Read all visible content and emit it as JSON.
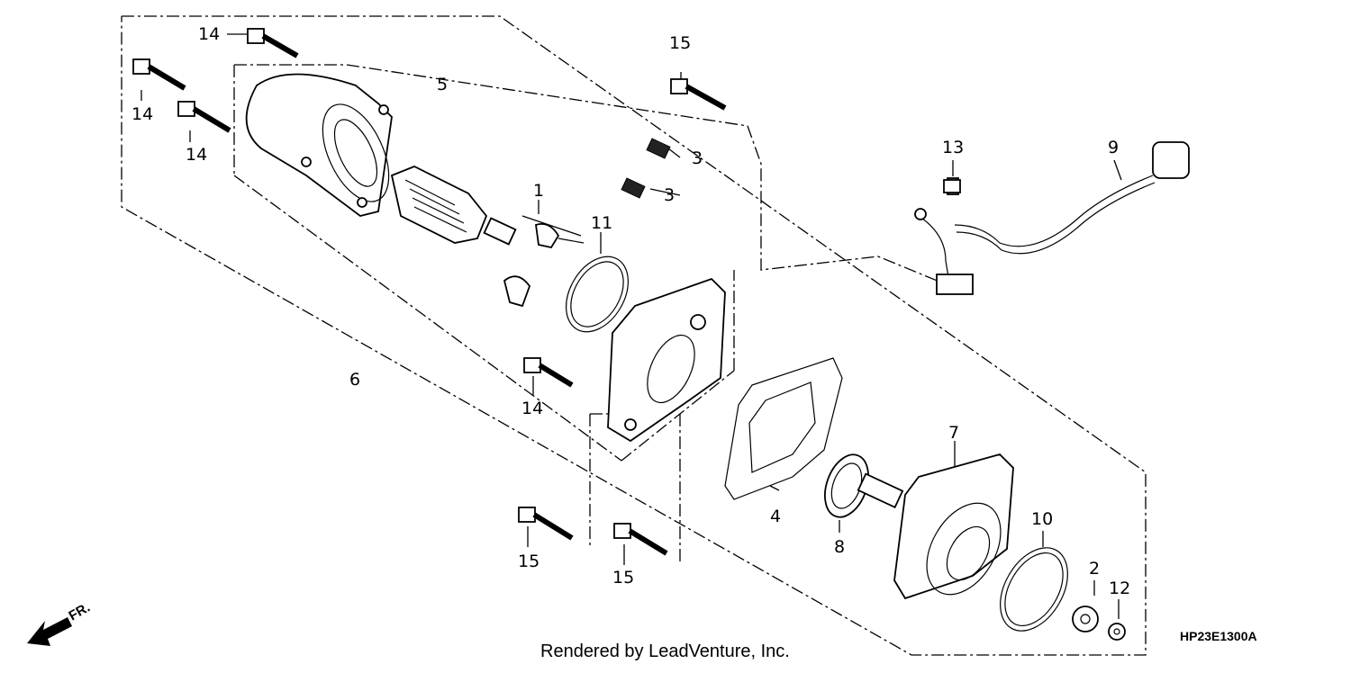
{
  "callouts": {
    "p1": "1",
    "p2": "2",
    "p3a": "3",
    "p3b": "3",
    "p4": "4",
    "p5": "5",
    "p6": "6",
    "p7": "7",
    "p8": "8",
    "p9": "9",
    "p10": "10",
    "p11": "11",
    "p12": "12",
    "p13": "13",
    "p14a": "14",
    "p14b": "14",
    "p14c": "14",
    "p14d": "14",
    "p15a": "15",
    "p15b": "15",
    "p15c": "15"
  },
  "footer": {
    "rendered_by": "Rendered by LeadVenture, Inc.",
    "diagram_code": "HP23E1300A",
    "front_marker": "FR."
  }
}
